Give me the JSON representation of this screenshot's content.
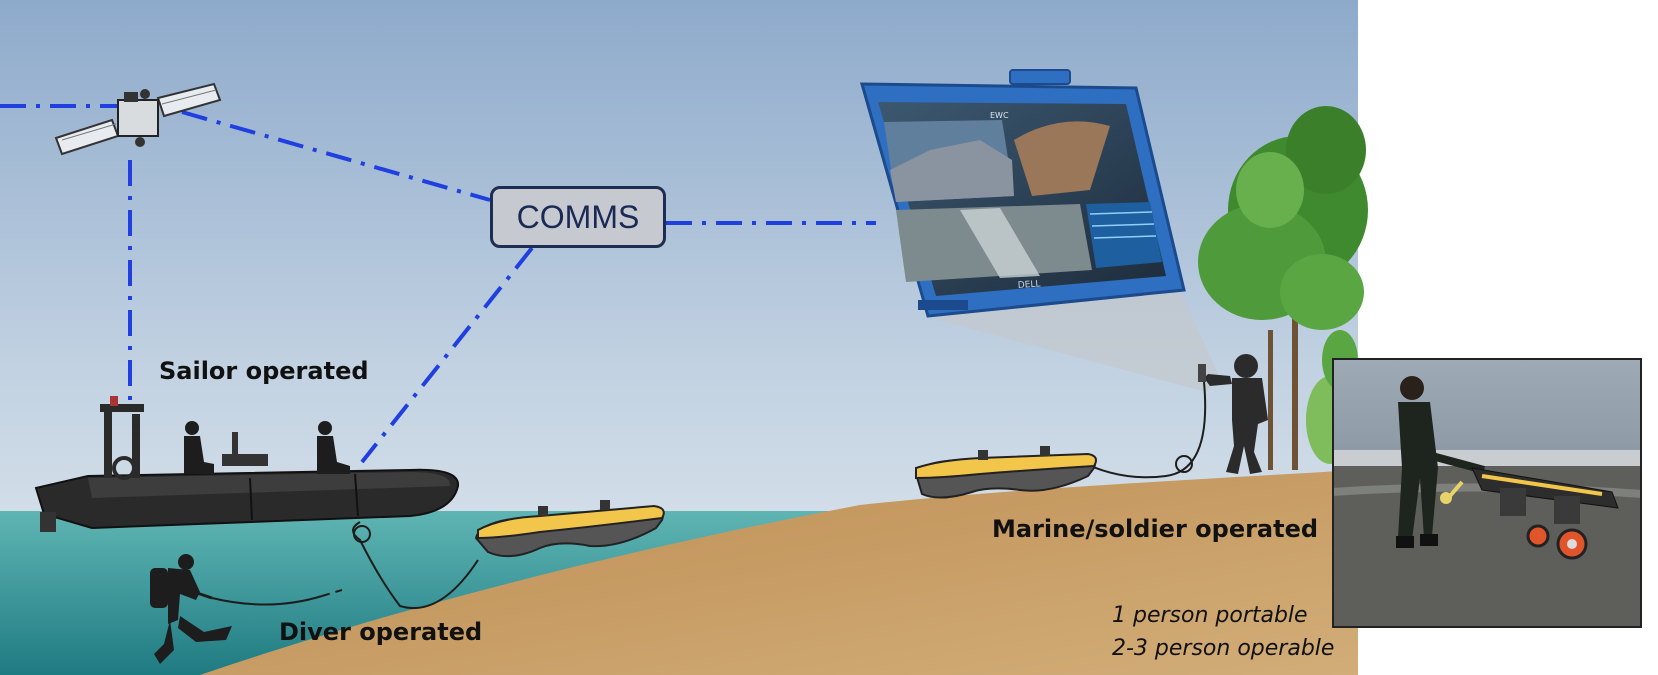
{
  "comms": {
    "label": "COMMS"
  },
  "labels": {
    "sailor": "Sailor operated",
    "diver": "Diver operated",
    "marine": "Marine/soldier operated"
  },
  "notes": {
    "portable": "1 person portable",
    "operable": "2-3 person operable"
  },
  "tablet": {
    "brand": "DELL",
    "screen_text": "EWC"
  },
  "colors": {
    "link_line": "#1f3fe0",
    "sky_top": "#8fa9c9",
    "sky_bottom": "#dfe7ee",
    "sea": "#4aa6a6",
    "sand": "#c79b5f",
    "tablet_frame": "#2f6fc1",
    "vehicle_yellow": "#f2c64a",
    "comms_border": "#1e2e52"
  }
}
